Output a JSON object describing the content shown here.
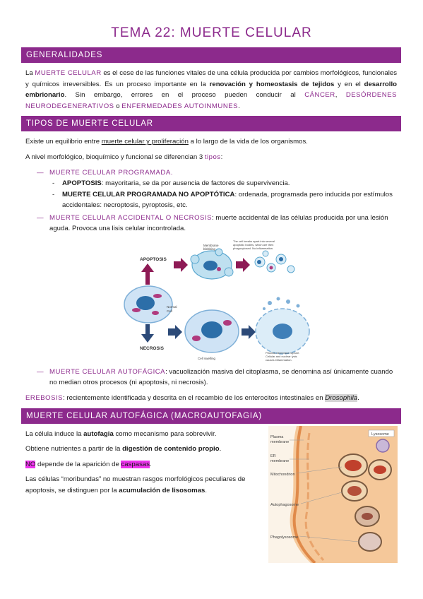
{
  "title": "TEMA 22: MUERTE CELULAR",
  "sections": {
    "s1": "GENERALIDADES",
    "s2": "TIPOS DE MUERTE CELULAR",
    "s3": "MUERTE CELULAR AUTOFÁGICA (MACROAUTOFAGIA)"
  },
  "gen": {
    "p1a": "La ",
    "p1b": "MUERTE CELULAR",
    "p1c": " es el cese de las funciones vitales de una célula producida por cambios morfológicos, funcionales y químicos irreversibles. Es un proceso importante en la ",
    "p1d": "renovación y homeostasis de tejidos",
    "p1e": " y en el ",
    "p1f": "desarrollo embrionario",
    "p1g": ". Sin embargo, errores en el proceso pueden conducir al ",
    "p1h": "CÁNCER",
    "p1i": ", ",
    "p1j": "DESÓRDENES NEURODEGENERATIVOS",
    "p1k": " o ",
    "p1l": "ENFERMEDADES AUTOINMUNES",
    "p1m": "."
  },
  "tipos": {
    "p1a": "Existe un equilibrio entre ",
    "p1b": "muerte celular y proliferación",
    "p1c": " a lo largo de la vida de los organismos.",
    "p2a": "A nivel morfológico, bioquímico y funcional se diferencian 3 ",
    "p2b": "tipos",
    "p2c": ":",
    "b1_dash": "—",
    "b1": "MUERTE CELULAR PROGRAMADA",
    "b1_end": ".",
    "sb1_dash": "-",
    "sb1a": "APOPTOSIS",
    "sb1b": ": mayoritaria, se da por ausencia de factores de supervivencia.",
    "sb2_dash": "-",
    "sb2a": "MUERTE CELULAR PROGRAMADA NO APOPTÓTICA",
    "sb2b": ": ordenada, programada pero inducida por estímulos",
    "sb2c": "accidentales: necroptosis, pyroptosis, etc.",
    "b2_dash": "—",
    "b2a": "MUERTE CELULAR ACCIDENTAL O NECROSIS",
    "b2b": ": muerte accidental de las células producida por una lesión",
    "b2c": "aguda. Provoca una lisis celular incontrolada.",
    "b3_dash": "—",
    "b3a": "MUERTE CELULAR AUTOFÁGICA",
    "b3b": ": vacuolización masiva del citoplasma, se denomina así únicamente cuando",
    "b3c": "no median otros procesos (ni apoptosis, ni necrosis).",
    "ereb_a": "EREBOSIS",
    "ereb_b": ": recientemente identificada y descrita en el recambio de los enterocitos intestinales en ",
    "ereb_c": "Drosophila",
    "ereb_d": "."
  },
  "fig1": {
    "apoptosis": "APOPTOSIS",
    "necrosis": "NECROSIS",
    "normal": "Normal",
    "cell": "Cell",
    "membrane1": "Membrane",
    "membrane2": "blebbing",
    "apo1": "The cell breaks apart into several",
    "apo2": "apoptotic bodies, which are then",
    "apo3": "phagocytosed. No inflammation.",
    "swelling": "Cell swelling",
    "nec1": "Plasma membrane rupture.",
    "nec2": "Cellular and nuclear lysis",
    "nec3": "causes inflammation."
  },
  "auto": {
    "l1a": "La célula induce la ",
    "l1b": "autofagia",
    "l1c": " como mecanismo para sobrevivir.",
    "l2a": "Obtiene nutrientes a partir de la ",
    "l2b": "digestión de contenido propio",
    "l2c": ".",
    "l3a": "NO",
    "l3b": " depende de la aparición de ",
    "l3c": "caspasas",
    "l3d": ".",
    "l4": "Las células “moribundas” no muestran rasgos morfológicos peculiares de",
    "l5a": "apoptosis, se distinguen por la ",
    "l5b": "acumulación de lisosomas",
    "l5c": "."
  },
  "fig2": {
    "plasma1": "Plasma",
    "plasma2": "membrane",
    "er1": "ER",
    "er2": "membrane",
    "mito": "Mitochondrion",
    "lysosome": "Lysosome",
    "autophagosome": "Autophagosome",
    "phagolysosome": "Phagolysosome"
  },
  "colors": {
    "accent": "#8c2a8c",
    "highlight": "#ee33ee"
  }
}
